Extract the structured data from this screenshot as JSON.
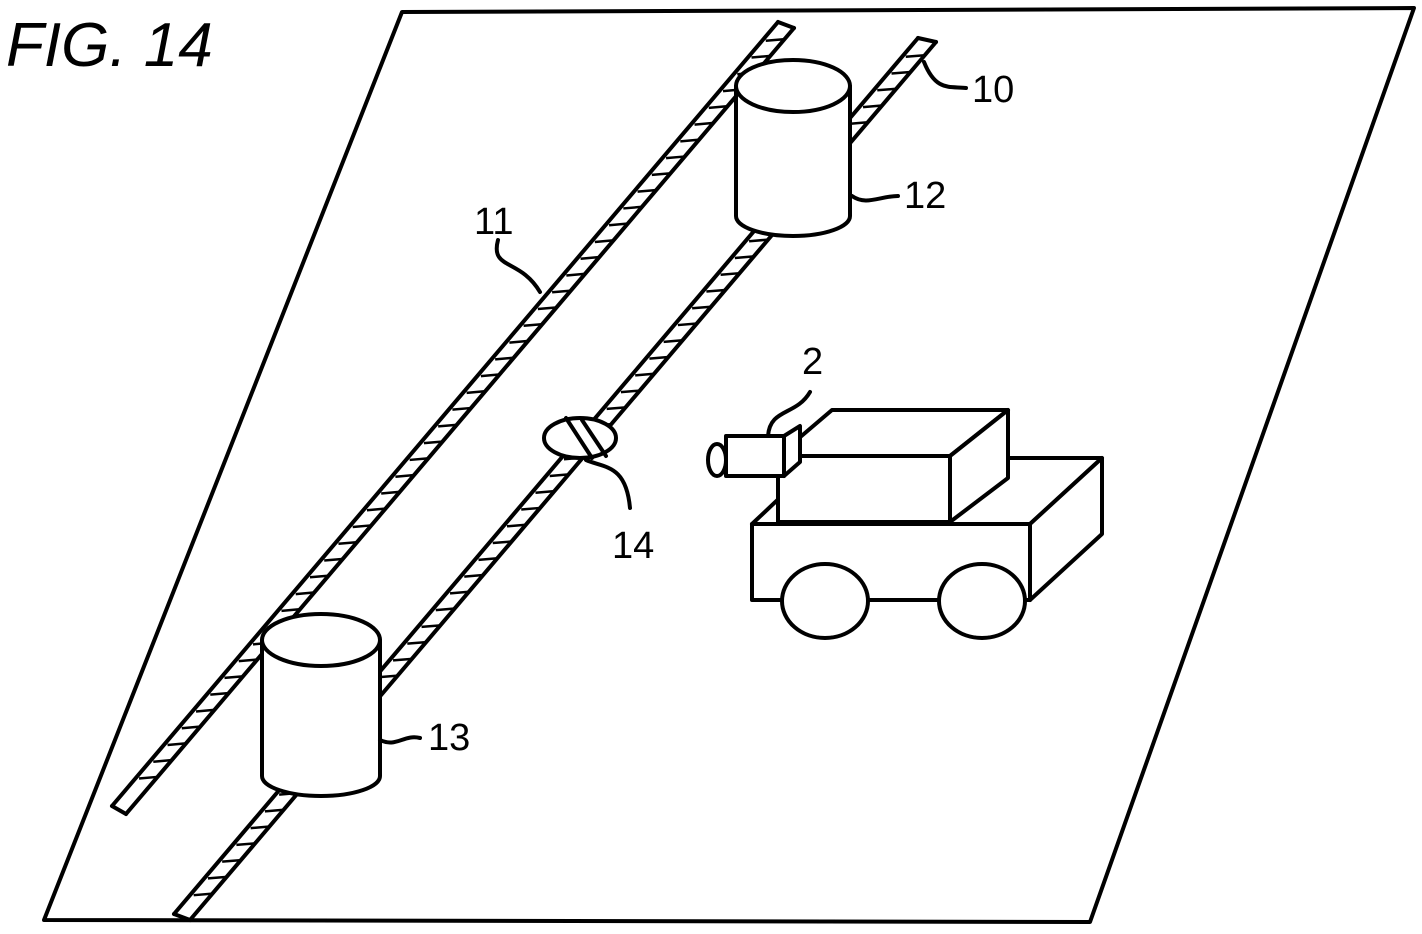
{
  "figure": {
    "title": "FIG. 14",
    "labels": {
      "ref_10": "10",
      "ref_11": "11",
      "ref_12": "12",
      "ref_13": "13",
      "ref_14": "14",
      "ref_2": "2"
    }
  }
}
